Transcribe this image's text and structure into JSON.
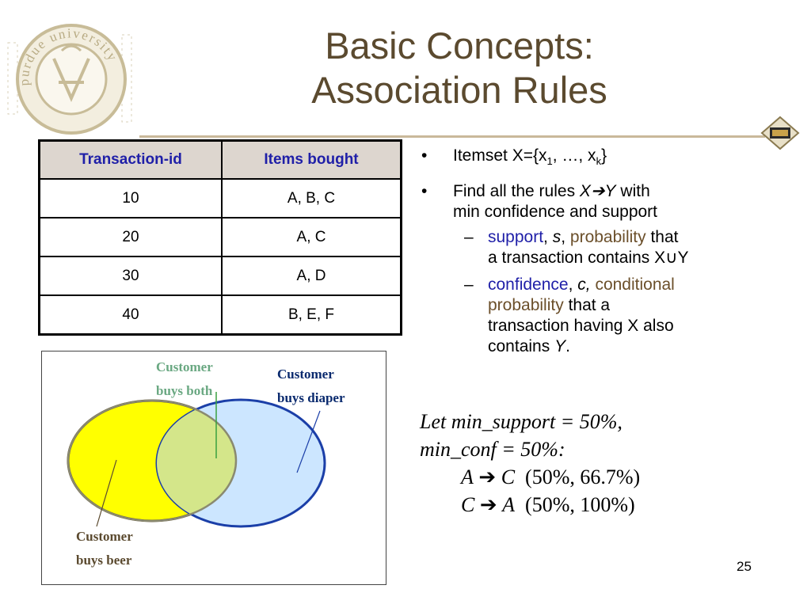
{
  "title": {
    "line1": "Basic Concepts:",
    "line2": "Association Rules"
  },
  "seal": {
    "text": "purdue university",
    "icon": "university-seal-icon"
  },
  "corner_logo": {
    "icon": "purdue-logo-icon"
  },
  "table": {
    "headers": [
      "Transaction-id",
      "Items bought"
    ],
    "rows": [
      [
        "10",
        "A, B, C"
      ],
      [
        "20",
        "A, C"
      ],
      [
        "30",
        "A, D"
      ],
      [
        "40",
        "B, E, F"
      ]
    ],
    "header_bg": "#ddd6cf",
    "header_color": "#1f1fa8"
  },
  "venn": {
    "label_both_1": "Customer",
    "label_both_2": "buys both",
    "label_diaper_1": "Customer",
    "label_diaper_2": "buys diaper",
    "label_beer_1": "Customer",
    "label_beer_2": "buys beer",
    "beer_color": "#ffff00",
    "diaper_color": "#cce6ff",
    "overlap_color": "#d4e68a"
  },
  "bullets": {
    "b1_prefix": "Itemset X={x",
    "b1_sub1": "1",
    "b1_mid": ", …, x",
    "b1_subk": "k",
    "b1_suffix": "}",
    "b2_prefix": "Find all the rules ",
    "b2_rule_x": "X",
    "b2_arrow": "➔",
    "b2_rule_y": "Y",
    "b2_suffix": " with",
    "b2_line2": "min confidence and support",
    "s1_term": "support",
    "s1_sep1": ", ",
    "s1_sym": "s",
    "s1_sep2": ", ",
    "s1_term2": "probability",
    "s1_rest1": " that",
    "s1_rest2": "a transaction contains X∪Y",
    "s2_term": "confidence",
    "s2_sep1": ", ",
    "s2_sym": "c,",
    "s2_sep2": " ",
    "s2_term2a": "conditional",
    "s2_term2b": "probability",
    "s2_rest1": " that a",
    "s2_rest2": "transaction having X also",
    "s2_rest3a": "contains ",
    "s2_rest3b": "Y",
    "s2_rest3c": "."
  },
  "formula": {
    "line1": "Let  min_support = 50%,",
    "line2": "min_conf  = 50%:",
    "r1_a": "A",
    "r1_arrow": "➔",
    "r1_c": "C",
    "r1_vals": "(50%, 66.7%)",
    "r2_c": "C",
    "r2_arrow": "➔",
    "r2_a": "A",
    "r2_vals": "(50%, 100%)"
  },
  "page_number": "25"
}
